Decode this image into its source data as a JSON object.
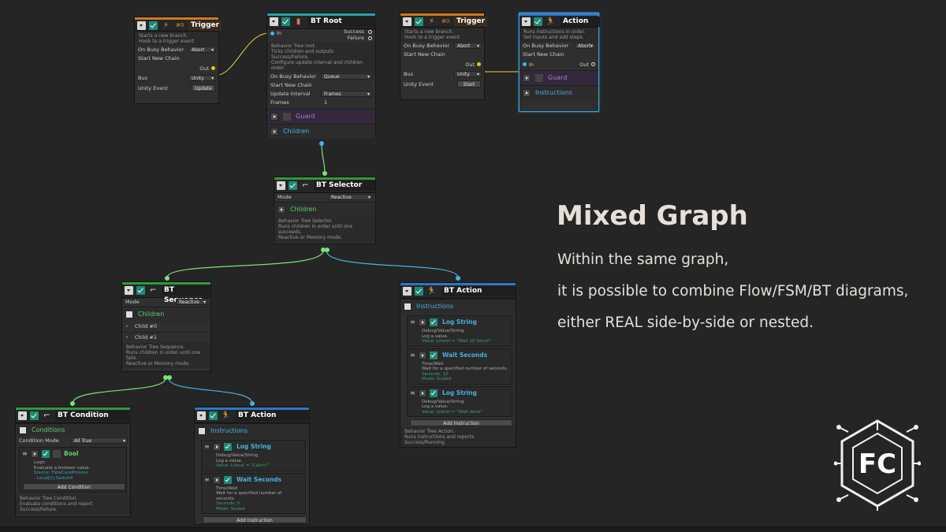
{
  "headline": "Mixed Graph",
  "body_lines": [
    "Within the same graph,",
    "it is possible to combine Flow/FSM/BT diagrams,",
    "either REAL side-by-side or nested."
  ],
  "logo_text": "FC",
  "colors": {
    "background": "#252525",
    "orange": "#d07a1c",
    "teal": "#2aa3a8",
    "green": "#2e9a3a",
    "blue": "#2a78c8",
    "wire_green": "#7ee07e",
    "wire_blue": "#4ab0e0",
    "wire_yellow": "#e8d040"
  },
  "trigger1": {
    "num": "#0",
    "title": "Trigger",
    "desc": [
      "Starts a new branch.",
      "Hook to a trigger event."
    ],
    "on_busy_label": "On Busy Behavior",
    "on_busy_value": "Abort",
    "start_chain": "Start New Chain",
    "out": "Out",
    "bus_label": "Bus",
    "bus_value": "Unity",
    "event_label": "Unity Event",
    "event_button": "Update"
  },
  "btroot": {
    "title": "BT Root",
    "in": "In",
    "success": "Success",
    "failure": "Failure",
    "desc": [
      "Behavior Tree root.",
      "Ticks children and outputs Success/Failure.",
      "Configure update interval and children order."
    ],
    "on_busy_label": "On Busy Behavior",
    "on_busy_value": "Queue",
    "start_chain": "Start New Chain",
    "update_label": "Update Interval",
    "update_value": "Frames",
    "frames_label": "Frames",
    "frames_value": "1",
    "guard": "Guard",
    "children": "Children"
  },
  "trigger2": {
    "num": "#0",
    "title": "Trigger",
    "desc": [
      "Starts a new branch.",
      "Hook to a trigger event."
    ],
    "on_busy_label": "On Busy Behavior",
    "on_busy_value": "Abort",
    "start_chain": "Start New Chain",
    "out": "Out",
    "bus_label": "Bus",
    "bus_value": "Unity",
    "event_label": "Unity Event",
    "event_button": "Start"
  },
  "action": {
    "title": "Action",
    "desc": [
      "Runs instructions in order.",
      "Set inputs and add steps."
    ],
    "on_busy_label": "On Busy Behavior",
    "on_busy_value": "Abort",
    "start_chain": "Start New Chain",
    "in": "In",
    "out": "Out",
    "guard": "Guard",
    "instructions": "Instructions"
  },
  "selector": {
    "title": "BT Selector",
    "mode_label": "Mode",
    "mode_value": "Reactive",
    "children": "Children",
    "desc": [
      "Behavior Tree Selector.",
      "Runs children in order until one succeeds.",
      "Reactive or Memory mode."
    ]
  },
  "sequence": {
    "title": "BT Sequence",
    "mode_label": "Mode",
    "mode_value": "Reactive",
    "children": "Children",
    "child0": "Child #0",
    "child1": "Child #1",
    "desc": [
      "Behavior Tree Sequence.",
      "Runs children in order until one fails.",
      "Reactive or Memory mode."
    ]
  },
  "btaction_right": {
    "title": "BT Action",
    "instructions": "Instructions",
    "items": [
      {
        "title": "Log String",
        "lines": [
          "Debug/Value/String",
          "Log a value."
        ],
        "green": [
          "Value: Literal = \"Wait 10 Secon\""
        ]
      },
      {
        "title": "Wait Seconds",
        "lines": [
          "Time/Wait",
          "Wait for a specified number of seconds."
        ],
        "green": [
          "Seconds: 10",
          "Mode: Scaled"
        ]
      },
      {
        "title": "Log String",
        "lines": [
          "Debug/Value/String",
          "Log a value."
        ],
        "green": [
          "Value: Literal = \"Wait done\""
        ]
      }
    ],
    "add": "Add Instruction",
    "desc": [
      "Behavior Tree Action.",
      "Runs instructions and reports Success/Running."
    ]
  },
  "condition": {
    "title": "BT Condition",
    "conditions": "Conditions",
    "mode_label": "Condition Mode",
    "mode_value": "All True",
    "item_title": "Bool",
    "item_lines": [
      "Logic",
      "Evaluate a boolean value."
    ],
    "item_green": [
      "Source: FlowCoreProcess",
      "- Local[0].Switch4"
    ],
    "add": "Add Condition",
    "desc": [
      "Behavior Tree Condition.",
      "Evaluate conditions and report Success/Failure."
    ]
  },
  "btaction_left": {
    "title": "BT Action",
    "instructions": "Instructions",
    "items": [
      {
        "title": "Log String",
        "lines": [
          "Debug/Value/String",
          "Log a value."
        ],
        "green": [
          "Value: Literal = \"Catch!\""
        ]
      },
      {
        "title": "Wait Seconds",
        "lines": [
          "Time/Wait",
          "Wait for a specified number of seconds."
        ],
        "green": [
          "Seconds: 5",
          "Mode: Scaled"
        ]
      }
    ],
    "add": "Add Instruction"
  }
}
